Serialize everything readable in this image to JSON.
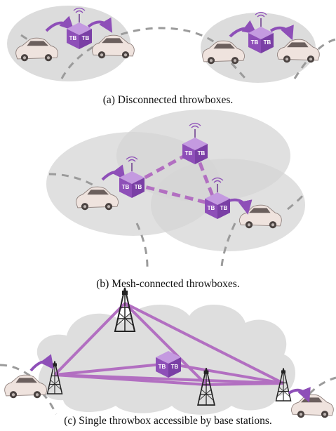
{
  "captions": {
    "a": "(a) Disconnected throwboxes.",
    "b": "(b) Mesh-connected throwboxes.",
    "c": "(c) Single throwbox accessible by base stations."
  },
  "throwbox_label": "TB",
  "colors": {
    "throwbox": "#8e4fb8",
    "throwbox_light": "#b07fd3",
    "link": "#b26fc1",
    "coverage": "#d9d9d9",
    "road": "#9b9b9b",
    "car": "#e9ddd8"
  }
}
